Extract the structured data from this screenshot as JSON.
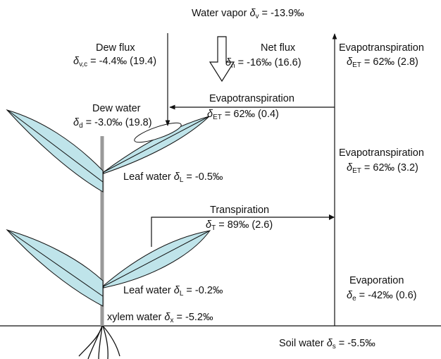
{
  "delta": "δ",
  "eq": " = ",
  "vapor": {
    "label": "Water vapor",
    "sub": "v",
    "value": "-13.9‰"
  },
  "dew_flux": {
    "label": "Dew flux",
    "sub": "v,c",
    "value": "-4.4‰",
    "flux": "(19.4)"
  },
  "net_flux": {
    "label": "Net flux",
    "sub": "n",
    "value": "-16‰",
    "flux": "(16.6)"
  },
  "et_top_right": {
    "label": "Evapotranspiration",
    "sub": "ET",
    "value": "62‰",
    "flux": "(2.8)"
  },
  "et_canopy": {
    "label": "Evapotranspiration",
    "sub": "ET",
    "value": "62‰",
    "flux": "(0.4)"
  },
  "dew_water": {
    "label": "Dew water",
    "sub": "d",
    "value": "-3.0‰",
    "flux": "(19.8)"
  },
  "leaf_upper": {
    "label": "Leaf water",
    "sub": "L",
    "value": "-0.5‰"
  },
  "et_mid_right": {
    "label": "Evapotranspiration",
    "sub": "ET",
    "value": "62‰",
    "flux": "(3.2)"
  },
  "transpiration": {
    "label": "Transpiration",
    "sub": "T",
    "value": "89‰",
    "flux": "(2.6)"
  },
  "leaf_lower": {
    "label": "Leaf water",
    "sub": "L",
    "value": "-0.2‰"
  },
  "evaporation": {
    "label": "Evaporation",
    "sub": "e",
    "value": "-42‰",
    "flux": "(0.6)"
  },
  "xylem": {
    "label": "xylem water",
    "sub": "x",
    "value": "-5.2‰"
  },
  "soil": {
    "label": "Soil water",
    "sub": "s",
    "value": "-5.5‰"
  },
  "colors": {
    "leaf_fill": "#bfe4ea",
    "stem": "#9a9a9a",
    "line": "#111111"
  }
}
